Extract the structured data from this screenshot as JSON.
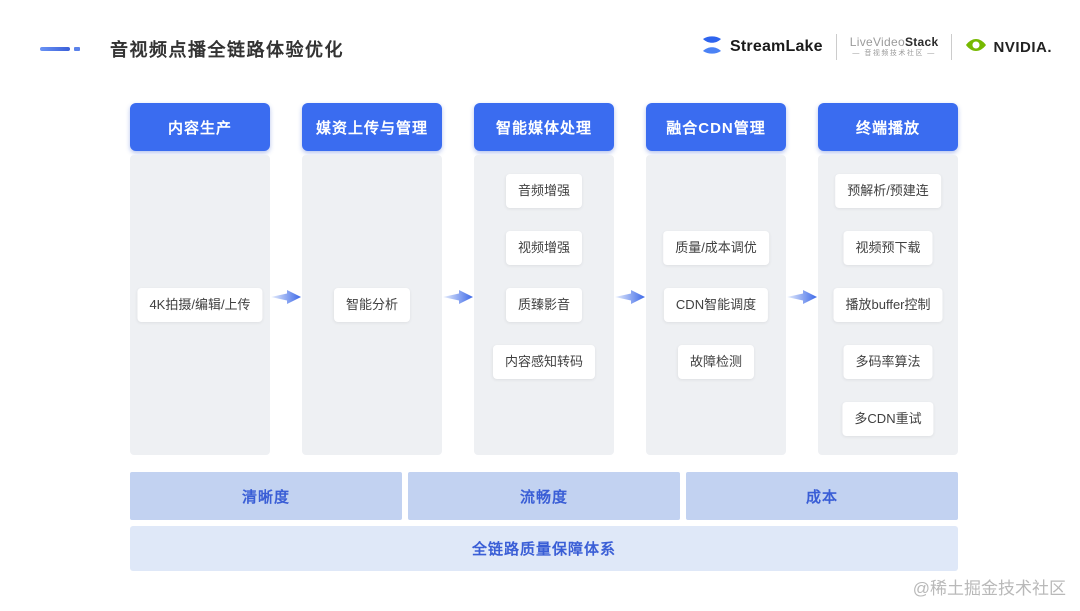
{
  "header": {
    "title": "音视频点播全链路体验优化",
    "logos": {
      "streamlake": {
        "name": "StreamLake"
      },
      "livevideostack": {
        "live": "Live",
        "video": "Video",
        "stack": "Stack",
        "tagline": "— 音视频技术社区 —"
      },
      "nvidia": {
        "name": "NVIDIA."
      }
    }
  },
  "pipeline": {
    "columns": [
      {
        "id": "content-production",
        "title": "内容生产",
        "items": [
          {
            "label": "4K拍摄/编辑/上传",
            "row": 2
          }
        ]
      },
      {
        "id": "media-upload",
        "title": "媒资上传与管理",
        "items": [
          {
            "label": "智能分析",
            "row": 2
          }
        ]
      },
      {
        "id": "media-processing",
        "title": "智能媒体处理",
        "items": [
          {
            "label": "音频增强",
            "row": 0
          },
          {
            "label": "视频增强",
            "row": 1
          },
          {
            "label": "质臻影音",
            "row": 2
          },
          {
            "label": "内容感知转码",
            "row": 3
          }
        ]
      },
      {
        "id": "cdn-management",
        "title": "融合CDN管理",
        "items": [
          {
            "label": "质量/成本调优",
            "row": 1
          },
          {
            "label": "CDN智能调度",
            "row": 2
          },
          {
            "label": "故障检测",
            "row": 3
          }
        ]
      },
      {
        "id": "terminal-playback",
        "title": "终端播放",
        "items": [
          {
            "label": "预解析/预建连",
            "row": 0
          },
          {
            "label": "视频预下载",
            "row": 1
          },
          {
            "label": "播放buffer控制",
            "row": 2
          },
          {
            "label": "多码率算法",
            "row": 3
          },
          {
            "label": "多CDN重试",
            "row": 4
          }
        ]
      }
    ]
  },
  "metrics": {
    "bars": [
      "清晰度",
      "流畅度",
      "成本"
    ],
    "foundation": "全链路质量保障体系"
  },
  "watermark": "@稀土掘金技术社区",
  "colors": {
    "accent_blue": "#3a6cf0",
    "column_bg": "#eef0f3",
    "metric_bar_bg": "#c2d2f1",
    "foundation_bg": "#dfe8f8",
    "metric_text": "#3a5ed6",
    "nvidia_green": "#76b900"
  }
}
